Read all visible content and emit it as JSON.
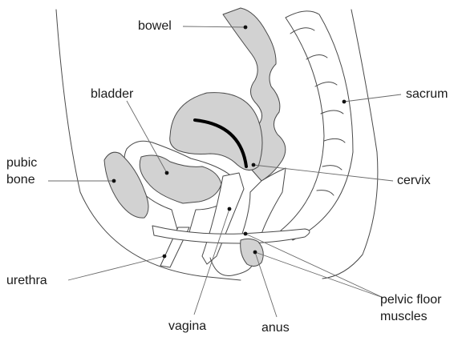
{
  "labels": {
    "bowel": "bowel",
    "bladder": "bladder",
    "pubic_bone_line1": "pubic",
    "pubic_bone_line2": "bone",
    "sacrum": "sacrum",
    "cervix": "cervix",
    "urethra": "urethra",
    "pelvic_floor_line1": "pelvic floor",
    "pelvic_floor_line2": "muscles",
    "vagina": "vagina",
    "anus": "anus"
  },
  "colors": {
    "organ_fill": "#d2d2d2",
    "outline": "#4a4a4a",
    "uterus_mark": "#000000"
  }
}
